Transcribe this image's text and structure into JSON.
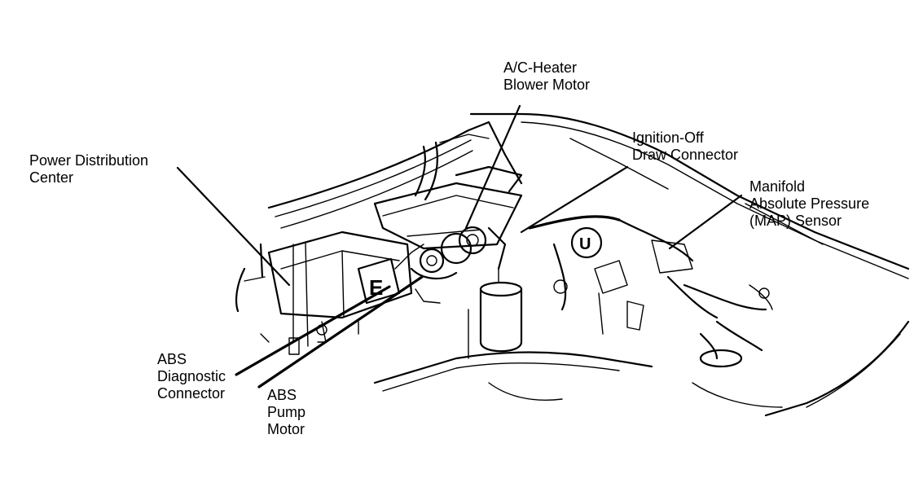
{
  "colors": {
    "ink": "#000000",
    "paper": "#ffffff"
  },
  "labels": {
    "ac_heater_blower_motor": {
      "line1": "A/C-Heater",
      "line2": "Blower Motor"
    },
    "power_distribution_center": {
      "line1": "Power Distribution",
      "line2": "Center"
    },
    "ignition_off_draw_connector": {
      "line1": "Ignition-Off",
      "line2": "Draw Connector"
    },
    "map_sensor": {
      "line1": "Manifold",
      "line2": "Absolute Pressure",
      "line3": "(MAP) Sensor"
    },
    "abs_diagnostic_connector": {
      "line1": "ABS",
      "line2": "Diagnostic",
      "line3": "Connector"
    },
    "abs_pump_motor": {
      "line1": "ABS",
      "line2": "Pump",
      "line3": "Motor"
    }
  },
  "component_marks": {
    "u_symbol": "U",
    "e_symbol": "E"
  }
}
